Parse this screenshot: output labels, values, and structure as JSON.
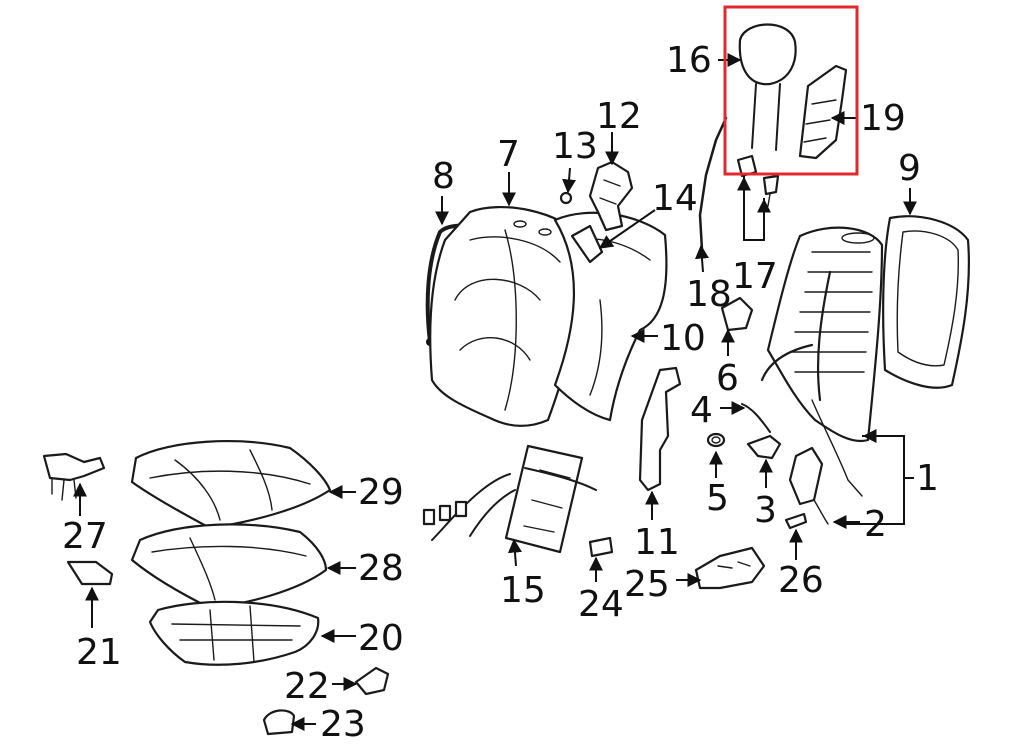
{
  "callouts": [
    {
      "num": "1"
    },
    {
      "num": "2"
    },
    {
      "num": "3"
    },
    {
      "num": "4"
    },
    {
      "num": "5"
    },
    {
      "num": "6"
    },
    {
      "num": "7"
    },
    {
      "num": "8"
    },
    {
      "num": "9"
    },
    {
      "num": "10"
    },
    {
      "num": "11"
    },
    {
      "num": "12"
    },
    {
      "num": "13"
    },
    {
      "num": "14"
    },
    {
      "num": "15"
    },
    {
      "num": "16"
    },
    {
      "num": "17"
    },
    {
      "num": "18"
    },
    {
      "num": "19"
    },
    {
      "num": "20"
    },
    {
      "num": "21"
    },
    {
      "num": "22"
    },
    {
      "num": "23"
    },
    {
      "num": "24"
    },
    {
      "num": "25"
    },
    {
      "num": "26"
    },
    {
      "num": "27"
    },
    {
      "num": "28"
    },
    {
      "num": "29"
    }
  ],
  "colors": {
    "highlight": "#e0282e",
    "ink": "#111111"
  }
}
